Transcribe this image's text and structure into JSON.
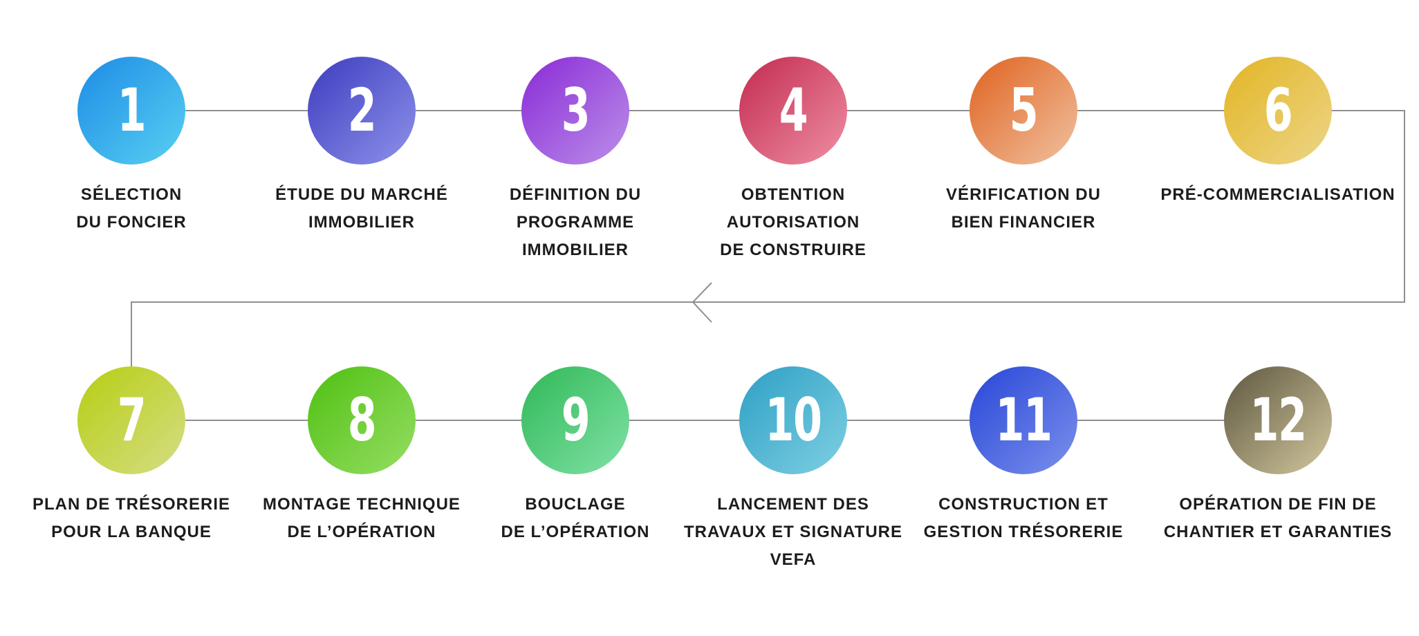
{
  "diagram": {
    "title": "",
    "background": "#ffffff",
    "connector_color": "#8f8f8f",
    "label_color": "#1c1c1e",
    "number_color": "#ffffff",
    "flow_arrow": "chevron-left",
    "steps": [
      {
        "number": "1",
        "label": "SÉLECTION\nDU FONCIER",
        "gradient_from": "#1d8be5",
        "gradient_to": "#58d0f2"
      },
      {
        "number": "2",
        "label": "ÉTUDE DU MARCHÉ\nIMMOBILIER",
        "gradient_from": "#3d3cc0",
        "gradient_to": "#8e92e9"
      },
      {
        "number": "3",
        "label": "DÉFINITION DU\nPROGRAMME\nIMMOBILIER",
        "gradient_from": "#8a2ad6",
        "gradient_to": "#bb8fe9"
      },
      {
        "number": "4",
        "label": "OBTENTION\nAUTORISATION\nDE CONSTRUIRE",
        "gradient_from": "#c32a50",
        "gradient_to": "#ee8fa3"
      },
      {
        "number": "5",
        "label": "VÉRIFICATION DU\nBIEN FINANCIER",
        "gradient_from": "#e0621f",
        "gradient_to": "#f0c2a0"
      },
      {
        "number": "6",
        "label": "PRÉ-COMMERCIALISATION",
        "gradient_from": "#e3b524",
        "gradient_to": "#ecd688"
      },
      {
        "number": "7",
        "label": "PLAN DE TRÉSORERIE\nPOUR LA BANQUE",
        "gradient_from": "#b6ce12",
        "gradient_to": "#d6dd85"
      },
      {
        "number": "8",
        "label": "MONTAGE TECHNIQUE\nDE L’OPÉRATION",
        "gradient_from": "#4fc011",
        "gradient_to": "#95de64"
      },
      {
        "number": "9",
        "label": "BOUCLAGE\nDE L’OPÉRATION",
        "gradient_from": "#30b857",
        "gradient_to": "#80e2a6"
      },
      {
        "number": "10",
        "label": "LANCEMENT DES\nTRAVAUX ET SIGNATURE\nVEFA",
        "gradient_from": "#2d9fc5",
        "gradient_to": "#7fd0e2"
      },
      {
        "number": "11",
        "label": "CONSTRUCTION ET\nGESTION TRÉSORERIE",
        "gradient_from": "#2846d7",
        "gradient_to": "#7b90ec"
      },
      {
        "number": "12",
        "label": "OPÉRATION DE FIN DE\nCHANTIER ET GARANTIES",
        "gradient_from": "#5e5740",
        "gradient_to": "#d2c79e"
      }
    ]
  }
}
